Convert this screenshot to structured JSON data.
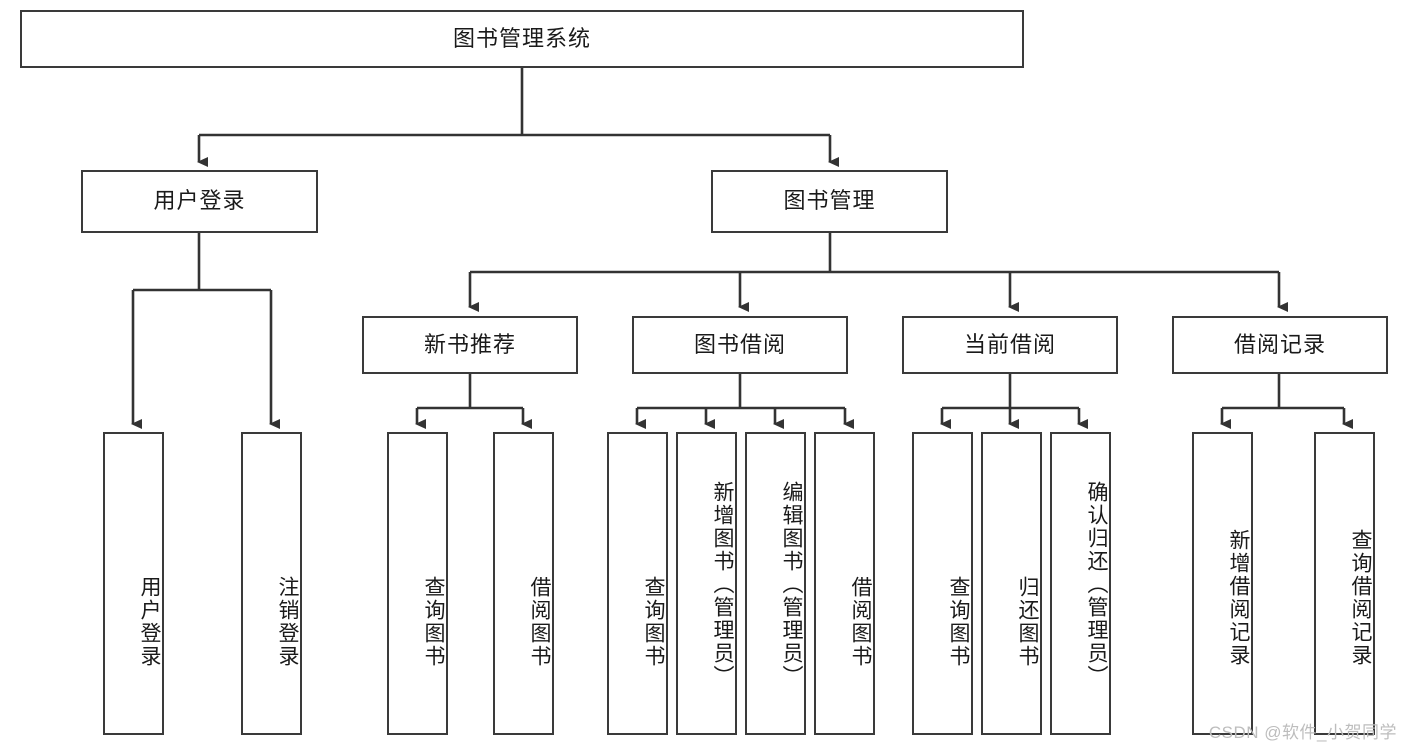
{
  "diagram": {
    "type": "tree-hierarchy-chart",
    "title": "图书管理系统",
    "colors": {
      "box_border": "#3a3a3a",
      "box_fill": "#ffffff",
      "edge": "#333333",
      "text": "#1a1a1a",
      "watermark": "#bdbdbd"
    },
    "nodes": {
      "root": {
        "label": "图书管理系统",
        "orientation": "horizontal",
        "level": 0
      },
      "user_login": {
        "label": "用户登录",
        "orientation": "horizontal",
        "level": 1
      },
      "book_manage": {
        "label": "图书管理",
        "orientation": "horizontal",
        "level": 1
      },
      "new_book_rec": {
        "label": "新书推荐",
        "orientation": "horizontal",
        "level": 2
      },
      "book_borrow": {
        "label": "图书借阅",
        "orientation": "horizontal",
        "level": 2
      },
      "current_borrow": {
        "label": "当前借阅",
        "orientation": "horizontal",
        "level": 2
      },
      "borrow_record": {
        "label": "借阅记录",
        "orientation": "horizontal",
        "level": 2
      },
      "leaf_user_login": {
        "label": "用户登录",
        "orientation": "vertical",
        "level": 3
      },
      "leaf_logout": {
        "label": "注销登录",
        "orientation": "vertical",
        "level": 3
      },
      "leaf_query_book_1": {
        "label": "查询图书",
        "orientation": "vertical",
        "level": 3
      },
      "leaf_borrow_book_1": {
        "label": "借阅图书",
        "orientation": "vertical",
        "level": 3
      },
      "leaf_query_book_2": {
        "label": "查询图书",
        "orientation": "vertical",
        "level": 3
      },
      "leaf_add_book": {
        "label": "新增图书（管理员）",
        "orientation": "vertical",
        "level": 3
      },
      "leaf_edit_book": {
        "label": "编辑图书（管理员）",
        "orientation": "vertical",
        "level": 3
      },
      "leaf_borrow_book_2": {
        "label": "借阅图书",
        "orientation": "vertical",
        "level": 3
      },
      "leaf_query_book_3": {
        "label": "查询图书",
        "orientation": "vertical",
        "level": 3
      },
      "leaf_return_book": {
        "label": "归还图书",
        "orientation": "vertical",
        "level": 3
      },
      "leaf_confirm_return": {
        "label": "确认归还（管理员）",
        "orientation": "vertical",
        "level": 3
      },
      "leaf_add_record": {
        "label": "新增借阅记录",
        "orientation": "vertical",
        "level": 3
      },
      "leaf_query_record": {
        "label": "查询借阅记录",
        "orientation": "vertical",
        "level": 3
      }
    },
    "edges": [
      {
        "from": "root",
        "to": "user_login"
      },
      {
        "from": "root",
        "to": "book_manage"
      },
      {
        "from": "user_login",
        "to": "leaf_user_login"
      },
      {
        "from": "user_login",
        "to": "leaf_logout"
      },
      {
        "from": "book_manage",
        "to": "new_book_rec"
      },
      {
        "from": "book_manage",
        "to": "book_borrow"
      },
      {
        "from": "book_manage",
        "to": "current_borrow"
      },
      {
        "from": "book_manage",
        "to": "borrow_record"
      },
      {
        "from": "new_book_rec",
        "to": "leaf_query_book_1"
      },
      {
        "from": "new_book_rec",
        "to": "leaf_borrow_book_1"
      },
      {
        "from": "book_borrow",
        "to": "leaf_query_book_2"
      },
      {
        "from": "book_borrow",
        "to": "leaf_add_book"
      },
      {
        "from": "book_borrow",
        "to": "leaf_edit_book"
      },
      {
        "from": "book_borrow",
        "to": "leaf_borrow_book_2"
      },
      {
        "from": "current_borrow",
        "to": "leaf_query_book_3"
      },
      {
        "from": "current_borrow",
        "to": "leaf_return_book"
      },
      {
        "from": "current_borrow",
        "to": "leaf_confirm_return"
      },
      {
        "from": "borrow_record",
        "to": "leaf_add_record"
      },
      {
        "from": "borrow_record",
        "to": "leaf_query_record"
      }
    ]
  },
  "watermark": {
    "text": "CSDN @软件_小贺同学"
  }
}
